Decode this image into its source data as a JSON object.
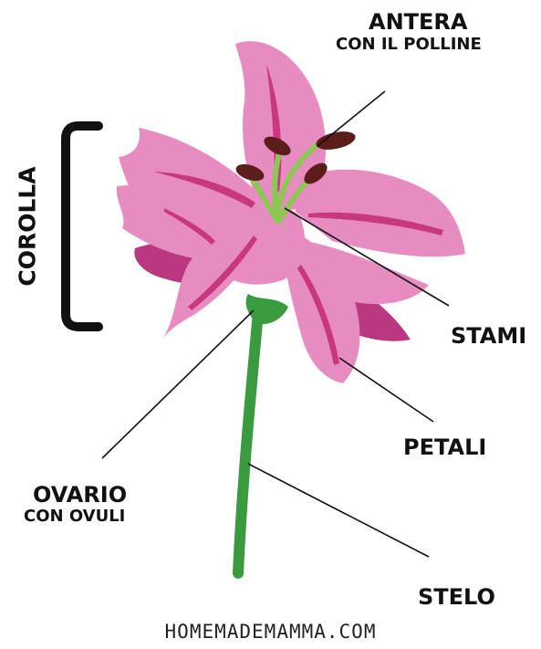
{
  "labels": {
    "antera": {
      "title": "ANTERA",
      "subtitle": "CON IL POLLINE"
    },
    "corolla": "COROLLA",
    "stami": "STAMI",
    "petali": "PETALI",
    "ovario": {
      "title": "OVARIO",
      "subtitle": "CON OVULI"
    },
    "stelo": "STELO"
  },
  "watermark": "HOMEMADEMAMMA.COM",
  "colors": {
    "petal": "#e78cc0",
    "petal_vein": "#c8377f",
    "back_petal": "#b93880",
    "stem": "#3a9a3e",
    "filament": "#8cc653",
    "anther": "#5c1e1a",
    "line": "#111111"
  }
}
